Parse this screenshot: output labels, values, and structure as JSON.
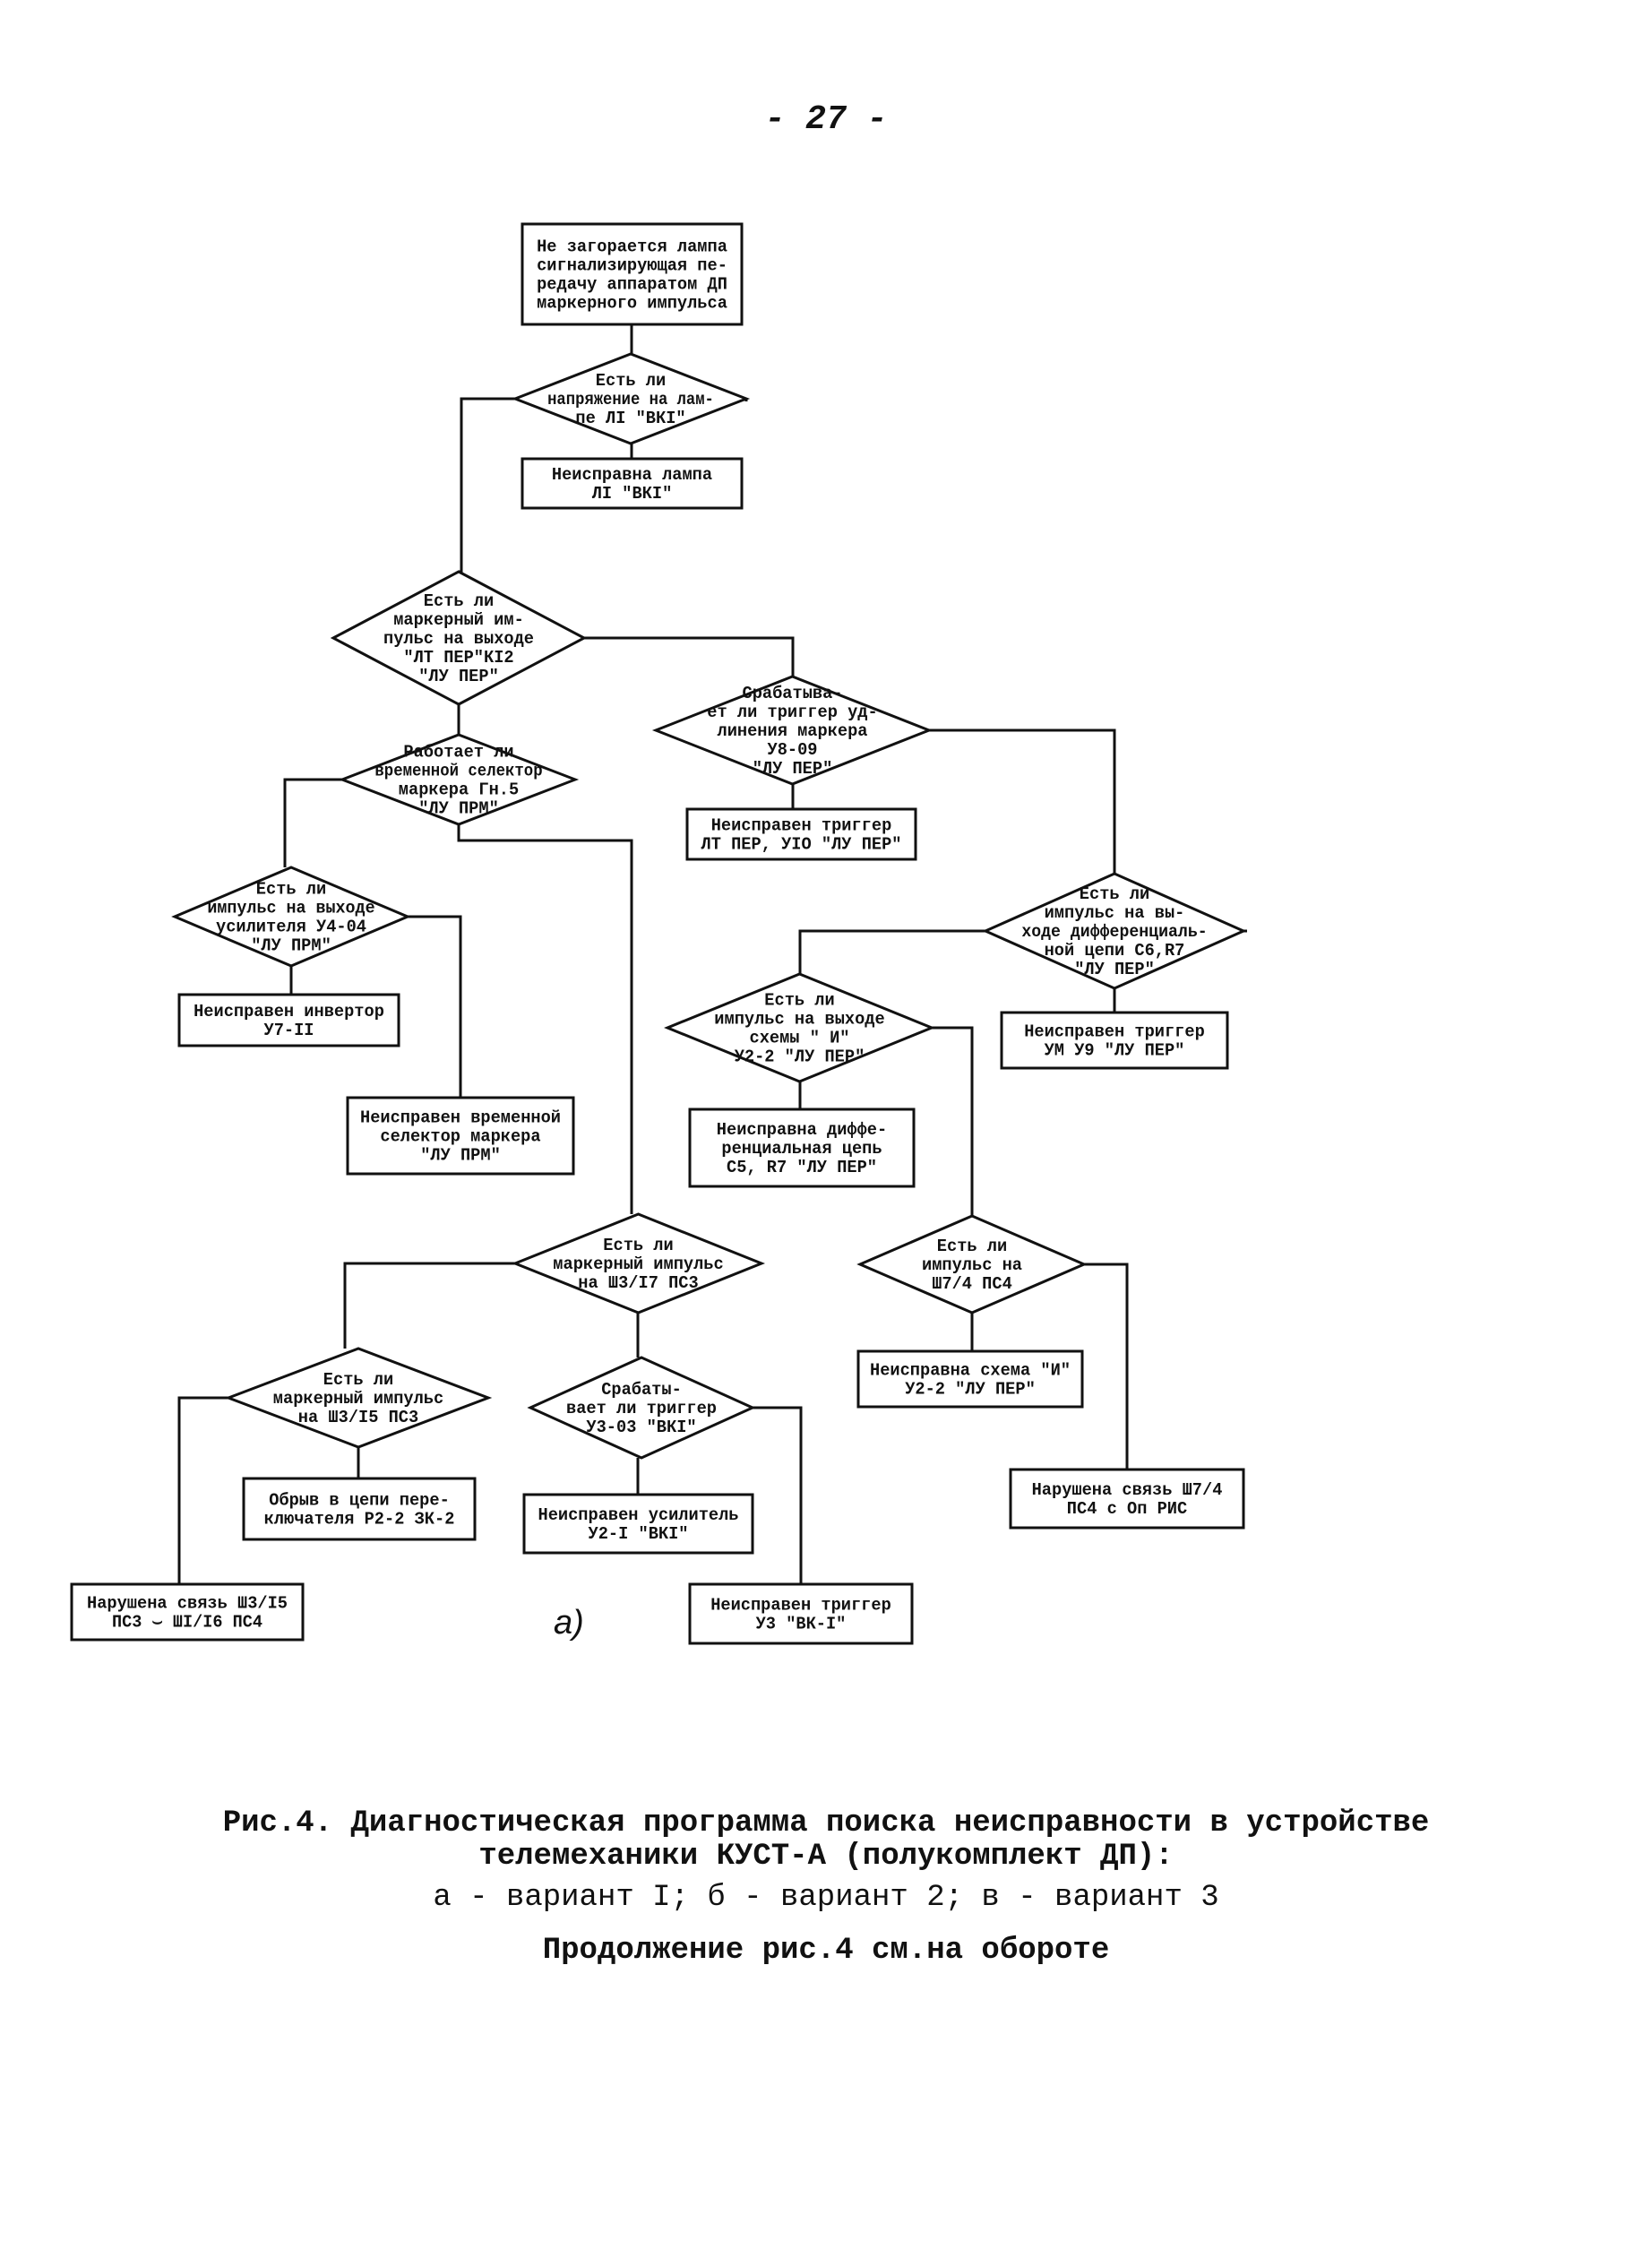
{
  "page_number": "- 27 -",
  "subfigure_label": "а)",
  "caption": {
    "line1": "Рис.4. Диагностическая программа поиска неисправности в устройстве",
    "line2": "телемеханики КУСТ-А (полукомплект ДП):",
    "line3": "а - вариант I; б - вариант 2; в - вариант 3",
    "line4": "Продолжение рис.4 см.на обороте"
  },
  "nodes": [
    {
      "id": "n1",
      "shape": "rect",
      "lines": [
        "Не загорается лампа",
        "сигнализирующая пе-",
        "редачу аппаратом ДП",
        "маркерного импульса"
      ]
    },
    {
      "id": "d1",
      "shape": "diamond",
      "lines": [
        "Есть ли",
        "напряжение на лам-",
        "пе ЛI \"ВКI\""
      ]
    },
    {
      "id": "r1",
      "shape": "rect",
      "lines": [
        "Неисправна лампа",
        "ЛI \"ВКI\""
      ]
    },
    {
      "id": "d2",
      "shape": "diamond",
      "lines": [
        "Есть ли",
        "маркерный им-",
        "пульс на выходе",
        "\"ЛТ ПЕР\"КI2",
        "\"ЛУ ПЕР\""
      ]
    },
    {
      "id": "d3",
      "shape": "diamond",
      "lines": [
        "Работает ли",
        "временной селектор",
        "маркера Гн.5",
        "\"ЛУ ПРМ\""
      ]
    },
    {
      "id": "d4",
      "shape": "diamond",
      "lines": [
        "Есть ли",
        "импульс на выходе",
        "усилителя У4-04",
        "\"ЛУ ПРМ\""
      ]
    },
    {
      "id": "r2",
      "shape": "rect",
      "lines": [
        "Неисправен инвертор",
        "У7-II"
      ]
    },
    {
      "id": "r3",
      "shape": "rect",
      "lines": [
        "Неисправен временной",
        "селектор маркера",
        "\"ЛУ ПРМ\""
      ]
    },
    {
      "id": "d5",
      "shape": "diamond",
      "lines": [
        "Срабатыва-",
        "ет ли триггер уд-",
        "линения маркера",
        "У8-09",
        "\"ЛУ ПЕР\""
      ]
    },
    {
      "id": "r4",
      "shape": "rect",
      "lines": [
        "Неисправен триггер",
        "ЛТ ПЕР, УIО \"ЛУ ПЕР\""
      ]
    },
    {
      "id": "d6",
      "shape": "diamond",
      "lines": [
        "Есть ли",
        "импульс на вы-",
        "ходе дифференциаль-",
        "ной цепи С6,R7",
        "\"ЛУ ПЕР\""
      ]
    },
    {
      "id": "r5",
      "shape": "rect",
      "lines": [
        "Неисправен триггер",
        "УМ У9 \"ЛУ ПЕР\""
      ]
    },
    {
      "id": "d7",
      "shape": "diamond",
      "lines": [
        "Есть ли",
        "импульс на выходе",
        "схемы \" И\"",
        "У2-2 \"ЛУ ПЕР\""
      ]
    },
    {
      "id": "r6",
      "shape": "rect",
      "lines": [
        "Неисправна диффе-",
        "ренциальная цепь",
        "С5, R7 \"ЛУ ПЕР\""
      ]
    },
    {
      "id": "d8",
      "shape": "diamond",
      "lines": [
        "Есть ли",
        "импульс на",
        "Ш7/4 ПС4"
      ]
    },
    {
      "id": "r7",
      "shape": "rect",
      "lines": [
        "Неисправна схема \"И\"",
        "У2-2 \"ЛУ ПЕР\""
      ]
    },
    {
      "id": "r8",
      "shape": "rect",
      "lines": [
        "Нарушена связь Ш7/4",
        "ПС4 с Оп РИС"
      ]
    },
    {
      "id": "d9",
      "shape": "diamond",
      "lines": [
        "Есть ли",
        "маркерный импульс",
        "на Ш3/I7 ПС3"
      ]
    },
    {
      "id": "d10",
      "shape": "diamond",
      "lines": [
        "Есть ли",
        "маркерный импульс",
        "на Ш3/I5 ПС3"
      ]
    },
    {
      "id": "r9",
      "shape": "rect",
      "lines": [
        "Обрыв в цепи пере-",
        "ключателя Р2-2 ЗК-2"
      ]
    },
    {
      "id": "r10",
      "shape": "rect",
      "lines": [
        "Нарушена связь Ш3/I5",
        "ПС3 ⌣ ШI/I6 ПС4"
      ]
    },
    {
      "id": "d11",
      "shape": "diamond",
      "lines": [
        "Срабаты-",
        "вает ли триггер",
        "У3-03 \"ВКI\""
      ]
    },
    {
      "id": "r11",
      "shape": "rect",
      "lines": [
        "Неисправен усилитель",
        "У2-I \"ВКI\""
      ]
    },
    {
      "id": "r12",
      "shape": "rect",
      "lines": [
        "Неисправен триггер",
        "У3 \"ВК-I\""
      ]
    }
  ]
}
